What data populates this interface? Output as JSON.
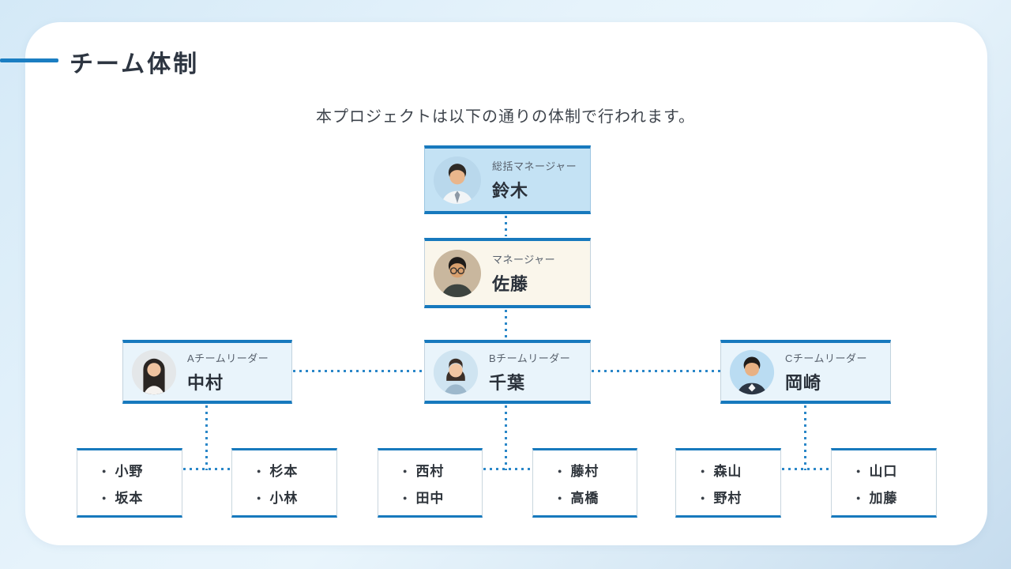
{
  "page": {
    "title": "チーム体制",
    "subtitle": "本プロジェクトは以下の通りの体制で行われます。"
  },
  "theme": {
    "accent": "#1b7ec2",
    "border-blue": "#1779bd",
    "connector": "#2a87c8",
    "box-general": "#c4e2f4",
    "box-manager": "#faf6eb",
    "box-leader": "#e9f4fb",
    "box-member": "#ffffff"
  },
  "org": {
    "general_manager": {
      "role": "総括マネージャー",
      "name": "鈴木",
      "avatar": "man-white-shirt-photo"
    },
    "manager": {
      "role": "マネージャー",
      "name": "佐藤",
      "avatar": "man-glasses-photo"
    },
    "leaders": [
      {
        "role": "Aチームリーダー",
        "name": "中村",
        "avatar": "woman-long-hair-photo"
      },
      {
        "role": "Bチームリーダー",
        "name": "千葉",
        "avatar": "woman-bob-hair-photo"
      },
      {
        "role": "Cチームリーダー",
        "name": "岡崎",
        "avatar": "man-dark-suit-photo"
      }
    ],
    "member_groups": [
      {
        "team": "A",
        "members": [
          "小野",
          "坂本"
        ]
      },
      {
        "team": "A",
        "members": [
          "杉本",
          "小林"
        ]
      },
      {
        "team": "B",
        "members": [
          "西村",
          "田中"
        ]
      },
      {
        "team": "B",
        "members": [
          "藤村",
          "高橋"
        ]
      },
      {
        "team": "C",
        "members": [
          "森山",
          "野村"
        ]
      },
      {
        "team": "C",
        "members": [
          "山口",
          "加藤"
        ]
      }
    ]
  }
}
